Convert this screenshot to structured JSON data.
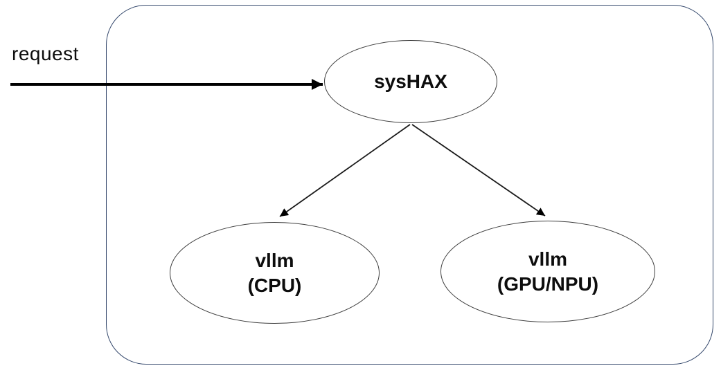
{
  "diagram": {
    "request_label": "request",
    "nodes": {
      "router": {
        "label": "sysHAX"
      },
      "cpu": {
        "line1": "vllm",
        "line2": "(CPU)"
      },
      "gpu": {
        "line1": "vllm",
        "line2": "(GPU/NPU)"
      }
    },
    "edges": [
      {
        "from": "request",
        "to": "router"
      },
      {
        "from": "router",
        "to": "cpu"
      },
      {
        "from": "router",
        "to": "gpu"
      }
    ],
    "colors": {
      "cluster_border": "#33476b",
      "node_border": "#3d3d3d",
      "arrow": "#000000",
      "text": "#0d0d0d",
      "background": "#ffffff"
    }
  }
}
